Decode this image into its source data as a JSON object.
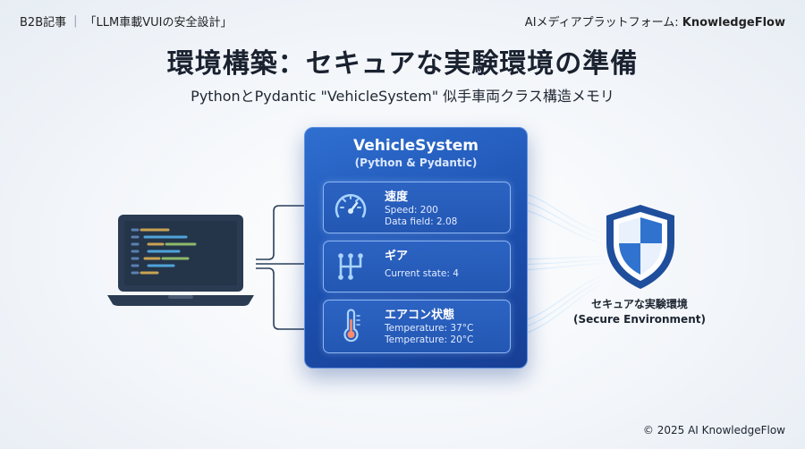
{
  "header": {
    "category": "B2B記事",
    "article_title": "「LLM車載VUIの安全設計」",
    "platform_prefix": "AIメディアプラットフォーム: ",
    "platform_name": "KnowledgeFlow"
  },
  "title": "環境構築：セキュアな実験環境の準備",
  "subtitle": "PythonとPydantic \"VehicleSystem\" 似手車両クラス構造メモリ",
  "panel": {
    "title": "VehicleSystem",
    "subtitle": "(Python & Pydantic)",
    "cards": [
      {
        "icon": "speedometer-icon",
        "title": "速度",
        "lines": [
          "Speed: 200",
          "Data field: 2.08"
        ]
      },
      {
        "icon": "gear-shift-icon",
        "title": "ギア",
        "lines": [
          "Current state: 4"
        ]
      },
      {
        "icon": "thermometer-icon",
        "title": "エアコン状態",
        "lines": [
          "Temperature: 37°C",
          "Temperature: 20°C"
        ]
      }
    ]
  },
  "environment": {
    "label_ja": "セキュアな実験環境",
    "label_en": "(Secure Environment)"
  },
  "footer": {
    "copyright": "© 2025 AI KnowledgeFlow"
  },
  "colors": {
    "panel": "#1c4fae",
    "card_border": "#8fb6f2",
    "shield": "#1f4f9c",
    "accent_light": "#9fd0ff"
  }
}
